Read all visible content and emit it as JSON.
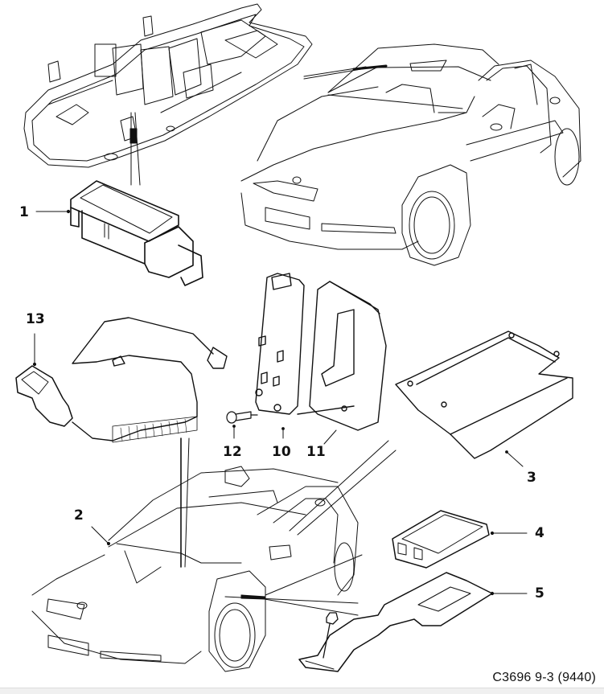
{
  "diagram": {
    "caption": "C3696 9-3 (9440)",
    "colors": {
      "line": "#111111",
      "background": "#ffffff",
      "footer": "#f0f0f0"
    },
    "callouts": [
      {
        "id": "1",
        "label": "1",
        "part": "roof-console-module"
      },
      {
        "id": "2",
        "label": "2",
        "part": "windshield-antenna-wiring"
      },
      {
        "id": "3",
        "label": "3",
        "part": "control-unit-with-bracket"
      },
      {
        "id": "4",
        "label": "4",
        "part": "electronic-module"
      },
      {
        "id": "5",
        "label": "5",
        "part": "module-mounting-bracket"
      },
      {
        "id": "10",
        "label": "10",
        "part": "phone-holder-base"
      },
      {
        "id": "11",
        "label": "11",
        "part": "phone-holder-cover"
      },
      {
        "id": "12",
        "label": "12",
        "part": "screw"
      },
      {
        "id": "13",
        "label": "13",
        "part": "handset-cradle-with-coiled-cable"
      }
    ],
    "illustrations": [
      "roof-console-overview",
      "sedan-top-right",
      "sedan-bottom-left"
    ]
  }
}
